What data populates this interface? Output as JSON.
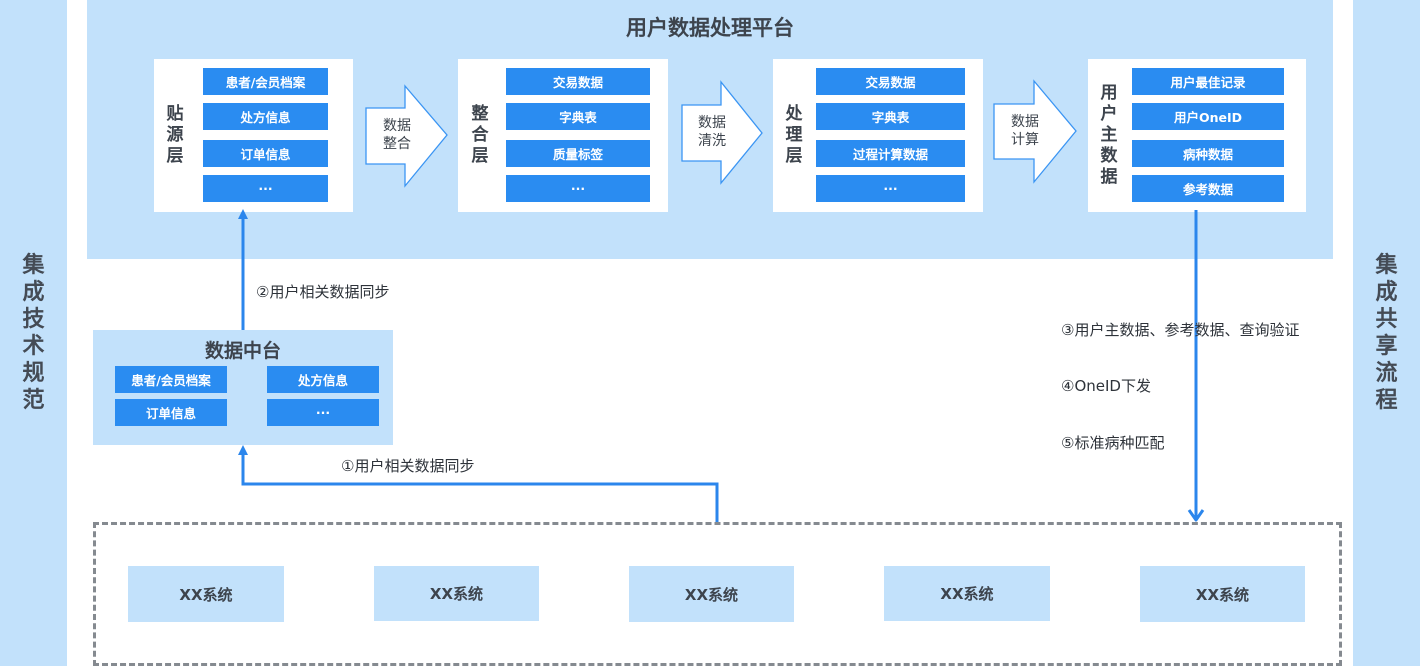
{
  "left_band": {
    "chars": [
      "集",
      "成",
      "技",
      "术",
      "规",
      "范"
    ]
  },
  "right_band": {
    "chars": [
      "集",
      "成",
      "共",
      "享",
      "流",
      "程"
    ]
  },
  "platform": {
    "title": "用户数据处理平台"
  },
  "layers": [
    {
      "chars": [
        "贴",
        "源",
        "层"
      ],
      "items": [
        "患者/会员档案",
        "处方信息",
        "订单信息",
        "···"
      ]
    },
    {
      "chars": [
        "整",
        "合",
        "层"
      ],
      "items": [
        "交易数据",
        "字典表",
        "质量标签",
        "···"
      ]
    },
    {
      "chars": [
        "处",
        "理",
        "层"
      ],
      "items": [
        "交易数据",
        "字典表",
        "过程计算数据",
        "···"
      ]
    },
    {
      "chars": [
        "用",
        "户",
        "主",
        "数",
        "据"
      ],
      "items": [
        "用户最佳记录",
        "用户OneID",
        "病种数据",
        "参考数据"
      ]
    }
  ],
  "flow_arrows": [
    {
      "lines": [
        "数据",
        "整合"
      ]
    },
    {
      "lines": [
        "数据",
        "清洗"
      ]
    },
    {
      "lines": [
        "数据",
        "计算"
      ]
    }
  ],
  "data_center": {
    "title": "数据中台",
    "items": [
      "患者/会员档案",
      "处方信息",
      "订单信息",
      "···"
    ]
  },
  "steps": {
    "step1": "①用户相关数据同步",
    "step2": "②用户相关数据同步",
    "step3": "③用户主数据、参考数据、查询验证",
    "step4": "④OneID下发",
    "step5": "⑤标准病种匹配"
  },
  "systems": [
    "XX系统",
    "XX系统",
    "XX系统",
    "XX系统",
    "XX系统"
  ],
  "colors": {
    "light_blue": "#c2e1fb",
    "item_blue": "#2a8cf1",
    "connector_blue": "#2b86ec",
    "chevron_stroke": "#3b95f3",
    "dash_gray": "#858a90"
  }
}
